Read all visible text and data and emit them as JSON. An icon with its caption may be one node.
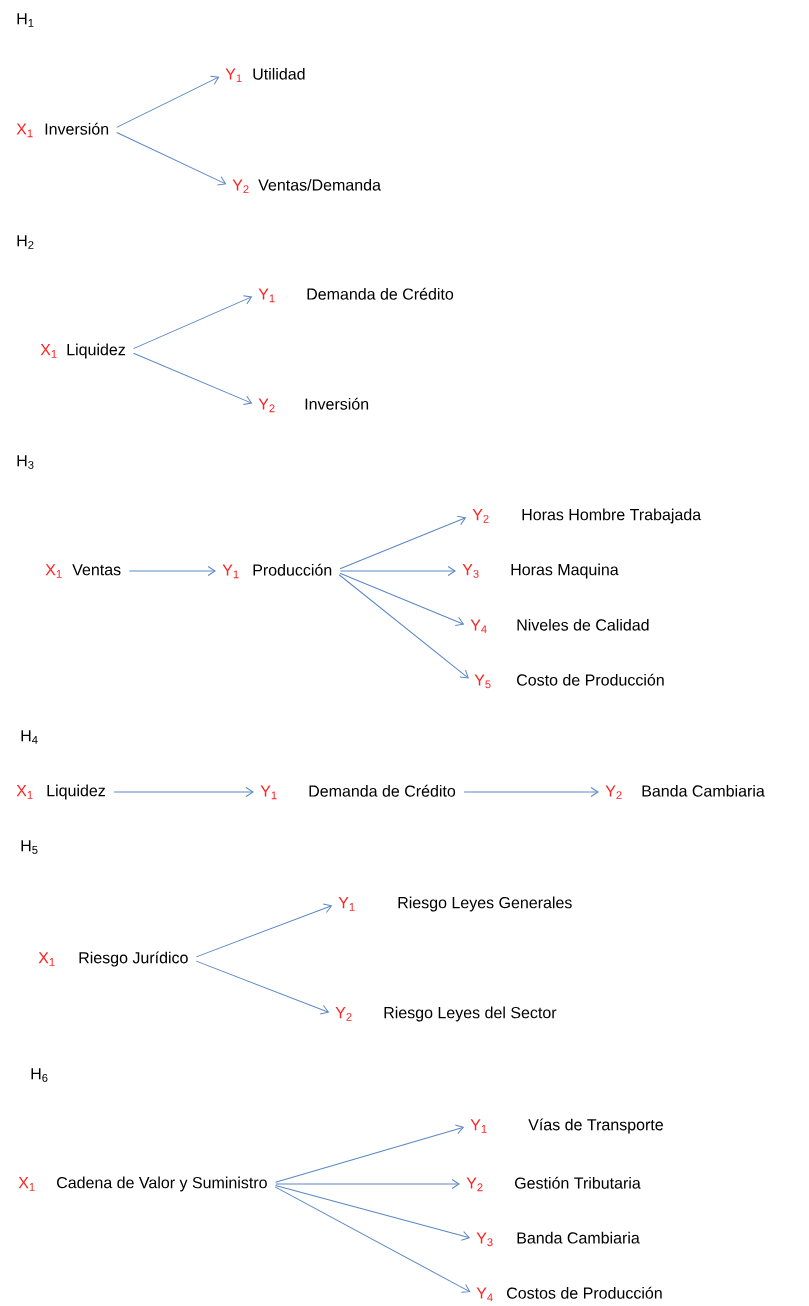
{
  "diagram": {
    "nodes": [
      {
        "text": [
          "X$_{1}$",
          "Inversión"
        ]
      },
      {
        "text": [
          "Y$_{1}$",
          "Utilidad"
        ]
      },
      {
        "text": [
          "Y$_{2}$",
          "Ventas/Demanda"
        ]
      },
      {
        "text": [
          "X$_{1}$",
          "Liquidez"
        ]
      },
      {
        "text": [
          "Y$_{1}$",
          "Demanda de Crédito"
        ]
      },
      {
        "text": [
          "Y$_{2}$",
          "Inversión"
        ]
      },
      {
        "text": [
          "X$_{1}$",
          "Ventas"
        ]
      },
      {
        "text": [
          "Y$_{1}$",
          "Producción"
        ]
      },
      {
        "text": [
          "Y$_{2}$",
          "Horas Hombre Trabajada"
        ]
      },
      {
        "text": [
          "Y$_{3}$",
          "Horas Maquina"
        ]
      },
      {
        "text": [
          "Y$_{4}$",
          "Niveles de Calidad"
        ]
      },
      {
        "text": [
          "Y$_{5}$",
          "Costo de Producción"
        ]
      },
      {
        "text": [
          "X$_{1}$",
          "Liquidez"
        ]
      },
      {
        "text": [
          "Y$_{1}$",
          "Demanda de Crédito"
        ]
      },
      {
        "text": [
          "Y$_{2}$",
          "Banda Cambiaria"
        ]
      },
      {
        "text": [
          "X$_{1}$",
          "Riesgo Jurídico"
        ]
      },
      {
        "text": [
          "Y$_{1}$",
          "Riesgo Leyes Generales"
        ]
      },
      {
        "text": [
          "Y$_{2}$",
          "Riesgo Leyes del Sector"
        ]
      },
      {
        "text": [
          "X$_{1}$",
          "Cadena de Valor y Suministro"
        ]
      },
      {
        "text": [
          "Y$_{1}$",
          "Vías de Transporte"
        ]
      },
      {
        "text": [
          "Y$_{2}$",
          "Gestión Tributaria"
        ]
      },
      {
        "text": [
          "Y$_{3}$",
          "Banda Cambiaria"
        ]
      },
      {
        "text": [
          "Y$_{4}$",
          "Costos de Producción"
        ]
      }
    ],
    "edges": [
      {
        "from": 0,
        "to": 1,
        "arrow": "to"
      },
      {
        "from": 0,
        "to": 2,
        "arrow": "to"
      },
      {
        "from": 3,
        "to": 4,
        "arrow": "to"
      },
      {
        "from": 3,
        "to": 5,
        "arrow": "to"
      },
      {
        "from": 6,
        "to": 7,
        "arrow": "to"
      },
      {
        "from": 7,
        "to": 8,
        "arrow": "to"
      },
      {
        "from": 7,
        "to": 9,
        "arrow": "to"
      },
      {
        "from": 7,
        "to": 10,
        "arrow": "to"
      },
      {
        "from": 7,
        "to": 11,
        "arrow": "to"
      },
      {
        "from": 12,
        "to": 13,
        "arrow": "to"
      },
      {
        "from": 13,
        "to": 14,
        "arrow": "to"
      },
      {
        "from": 15,
        "to": 16,
        "arrow": "to"
      },
      {
        "from": 15,
        "to": 17,
        "arrow": "to"
      },
      {
        "from": 18,
        "to": 19,
        "arrow": "to"
      },
      {
        "from": 18,
        "to": 20,
        "arrow": "to"
      },
      {
        "from": 18,
        "to": 21,
        "arrow": "to"
      },
      {
        "from": 18,
        "to": 22,
        "arrow": "to"
      }
    ],
    "labels": [
      "H$_{1}$",
      "H$_{2}$",
      "H$_{3}$",
      "H$_{4}$",
      "H$_{5}$",
      "H$_{6}$"
    ]
  }
}
